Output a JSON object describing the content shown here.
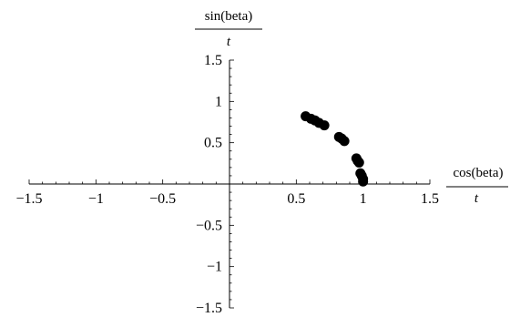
{
  "chart_data": {
    "type": "scatter",
    "title": "",
    "xlabel": {
      "numerator": "cos(beta)",
      "denominator": "t"
    },
    "ylabel": {
      "numerator": "sin(beta)",
      "denominator": "t"
    },
    "xlim": [
      -1.5,
      1.5
    ],
    "ylim": [
      -1.5,
      1.5
    ],
    "x_ticks": [
      -1.5,
      -1,
      -0.5,
      0.5,
      1,
      1.5
    ],
    "y_ticks": [
      1.5,
      1,
      0.5,
      -0.5,
      -1,
      -1.5
    ],
    "x_tick_labels": [
      "−1.5",
      "−1",
      "−0.5",
      "0.5",
      "1",
      "1.5"
    ],
    "y_tick_labels": [
      "1.5",
      "1",
      "0.5",
      "−0.5",
      "−1",
      "−1.5"
    ],
    "grid": false,
    "marker_color": "#000000",
    "series": [
      {
        "points": [
          [
            0.57,
            0.82
          ],
          [
            0.61,
            0.79
          ],
          [
            0.64,
            0.77
          ],
          [
            0.67,
            0.74
          ],
          [
            0.71,
            0.71
          ],
          [
            0.82,
            0.57
          ],
          [
            0.84,
            0.55
          ],
          [
            0.86,
            0.52
          ],
          [
            0.95,
            0.31
          ],
          [
            0.96,
            0.28
          ],
          [
            0.97,
            0.26
          ],
          [
            0.98,
            0.13
          ],
          [
            0.99,
            0.1
          ],
          [
            1.0,
            0.06
          ],
          [
            1.0,
            0.03
          ]
        ]
      }
    ]
  }
}
